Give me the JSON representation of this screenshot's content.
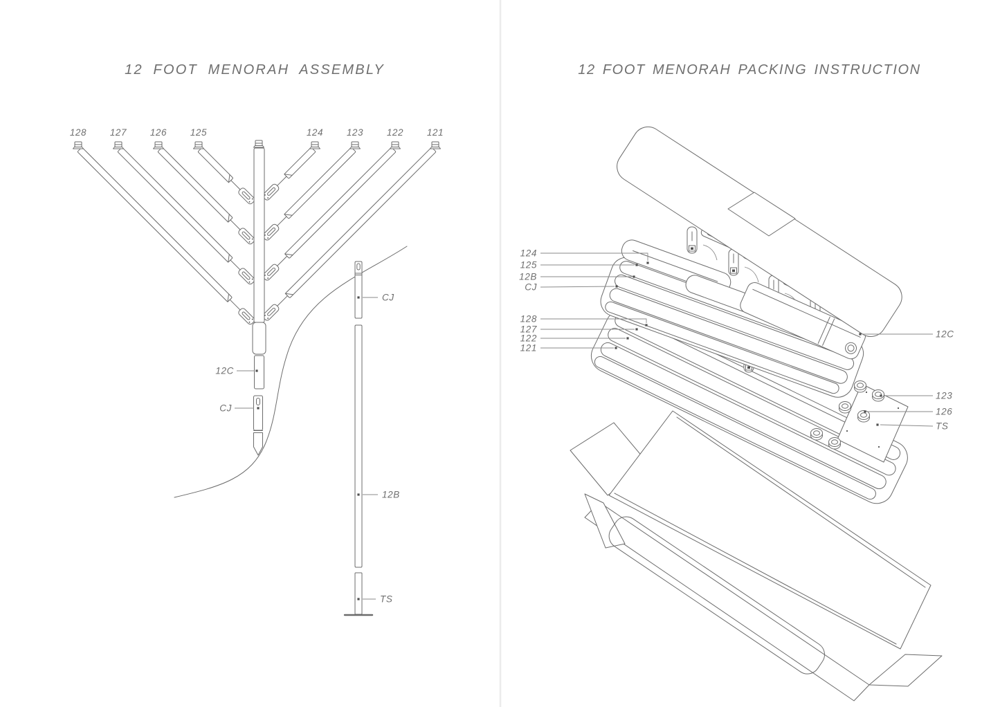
{
  "colors": {
    "background": "#ffffff",
    "line": "#6b6b6b",
    "text": "#6f6f6f",
    "callout_line": "#8a8a8a",
    "dot": "#4f4f4f",
    "divider": "#ececec"
  },
  "left_panel": {
    "title": "12 FOOT MENORAH ASSEMBLY",
    "branch_labels": [
      "128",
      "127",
      "126",
      "125",
      "124",
      "123",
      "122",
      "121"
    ],
    "callouts": {
      "shaft": "12C",
      "connector": "CJ",
      "base_pole": "12B",
      "stand": "TS"
    }
  },
  "right_panel": {
    "title": "12 FOOT MENORAH PACKING INSTRUCTION",
    "callouts_left_top": [
      "124",
      "125",
      "12B",
      "CJ"
    ],
    "callouts_left_bottom": [
      "128",
      "127",
      "122",
      "121"
    ],
    "callouts_right": [
      "12C",
      "123",
      "126",
      "TS"
    ]
  }
}
